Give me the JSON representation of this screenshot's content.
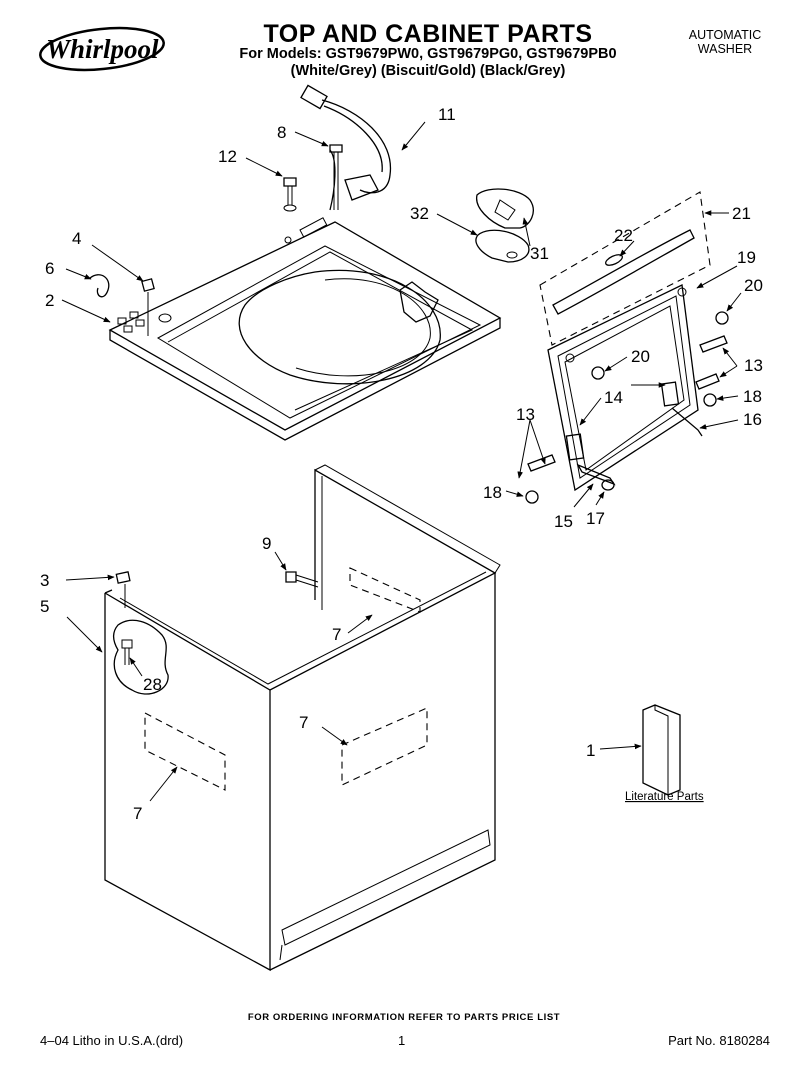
{
  "header": {
    "brand": "Whirlpool",
    "title": "TOP AND CABINET PARTS",
    "models": "For Models: GST9679PW0, GST9679PG0, GST9679PB0",
    "variants": "(White/Grey)  (Biscuit/Gold)  (Black/Grey)",
    "product_line1": "AUTOMATIC",
    "product_line2": "WASHER"
  },
  "callouts": {
    "c1": "1",
    "c2": "2",
    "c3": "3",
    "c4": "4",
    "c5": "5",
    "c6": "6",
    "c7a": "7",
    "c7b": "7",
    "c7c": "7",
    "c8": "8",
    "c9": "9",
    "c11": "11",
    "c12": "12",
    "c13a": "13",
    "c13b": "13",
    "c14": "14",
    "c15": "15",
    "c16": "16",
    "c17": "17",
    "c18a": "18",
    "c18b": "18",
    "c19": "19",
    "c20a": "20",
    "c20b": "20",
    "c21": "21",
    "c22": "22",
    "c28": "28",
    "c31": "31",
    "c32": "32"
  },
  "literature_label": "Literature Parts",
  "footer": {
    "ordering_note": "FOR ORDERING INFORMATION REFER TO PARTS PRICE LIST",
    "litho": "4–04 Litho in U.S.A.(drd)",
    "page": "1",
    "part_no": "Part No. 8180284"
  }
}
